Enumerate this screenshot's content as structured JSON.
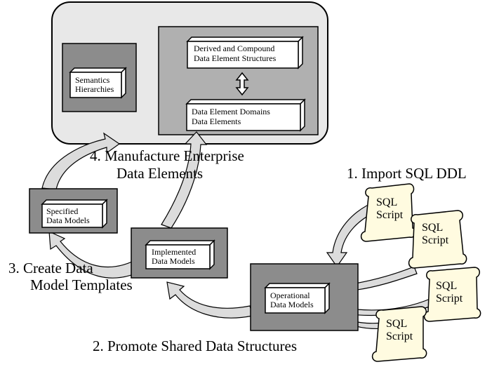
{
  "boxes": {
    "semantics": [
      "Semantics",
      "Hierarchies"
    ],
    "derived": [
      "Derived and Compound",
      "Data Element Structures"
    ],
    "domains": [
      "Data Element Domains",
      "Data Elements"
    ],
    "specified": [
      "Specified",
      "Data Models"
    ],
    "implemented": [
      "Implemented",
      "Data Models"
    ],
    "operational": [
      "Operational",
      "Data Models"
    ]
  },
  "steps": {
    "step4": [
      "4. Manufacture Enterprise",
      "Data Elements"
    ],
    "step1": "1. Import SQL DDL",
    "step3": [
      "3. Create Data",
      "Model Templates"
    ],
    "step2": "2. Promote Shared Data Structures"
  },
  "scripts": [
    [
      "SQL",
      "Script"
    ],
    [
      "SQL",
      "Script"
    ],
    [
      "SQL",
      "Script"
    ],
    [
      "SQL",
      "Script"
    ]
  ],
  "colors": {
    "outer_panel": "#e8e8e8",
    "dark_gray": "#8c8c8c",
    "mid_gray": "#b0b0b0",
    "arrow": "#dcdcdc",
    "scroll": "#fffbe0",
    "scroll_shadow": "#e8e4c4"
  }
}
